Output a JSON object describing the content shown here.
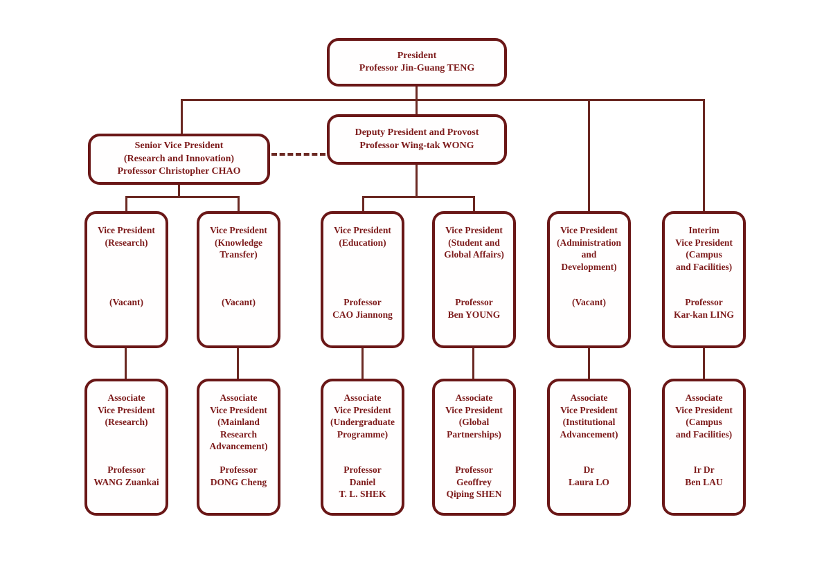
{
  "meta": {
    "description": "University senior management organisation chart",
    "colors": {
      "box_border": "#6a1717",
      "text": "#7d1b1b",
      "connector": "#6b2923",
      "background": "#ffffff"
    }
  },
  "org": {
    "president": {
      "text": "President\nProfessor Jin-Guang TENG"
    },
    "senior_vp": {
      "text": "Senior Vice President\n(Research and Innovation)\nProfessor Christopher CHAO"
    },
    "deputy": {
      "text": "Deputy President and Provost\nProfessor Wing-tak WONG"
    },
    "level3": [
      {
        "title": "Vice President\n(Research)",
        "person": "(Vacant)"
      },
      {
        "title": "Vice President\n(Knowledge\nTransfer)",
        "person": "(Vacant)"
      },
      {
        "title": "Vice President\n(Education)",
        "person": "Professor\nCAO Jiannong"
      },
      {
        "title": "Vice President\n(Student and\nGlobal Affairs)",
        "person": "Professor\nBen YOUNG"
      },
      {
        "title": "Vice President\n(Administration\nand\nDevelopment)",
        "person": "(Vacant)"
      },
      {
        "title": "Interim\nVice President\n(Campus\nand Facilities)",
        "person": "Professor\nKar-kan LING"
      }
    ],
    "level4": [
      {
        "title": "Associate\nVice President\n(Research)",
        "person": "Professor\nWANG Zuankai"
      },
      {
        "title": "Associate\nVice President\n(Mainland\nResearch\nAdvancement)",
        "person": "Professor\nDONG Cheng"
      },
      {
        "title": "Associate\nVice President\n(Undergraduate\nProgramme)",
        "person": "Professor\nDaniel\nT. L. SHEK"
      },
      {
        "title": "Associate\nVice President\n(Global\nPartnerships)",
        "person": "Professor\nGeoffrey\nQiping SHEN"
      },
      {
        "title": "Associate\nVice President\n(Institutional\nAdvancement)",
        "person": "Dr\nLaura LO"
      },
      {
        "title": "Associate\nVice President\n(Campus\nand Facilities)",
        "person": "Ir Dr\nBen LAU"
      }
    ]
  }
}
